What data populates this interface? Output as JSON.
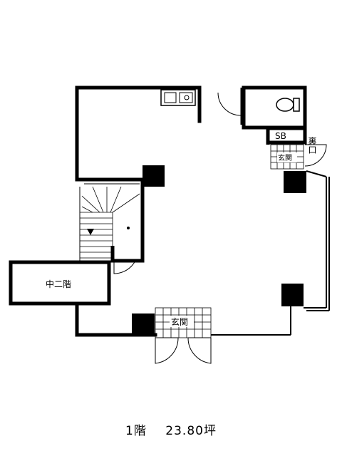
{
  "plan": {
    "rooms": {
      "mezzanine": "中二階",
      "storage_box": "SB",
      "back_door": "裏口",
      "entrance_main": "玄関",
      "entrance_rear": "玄関"
    },
    "caption": {
      "floor": "1階",
      "area": "23.80坪"
    }
  }
}
